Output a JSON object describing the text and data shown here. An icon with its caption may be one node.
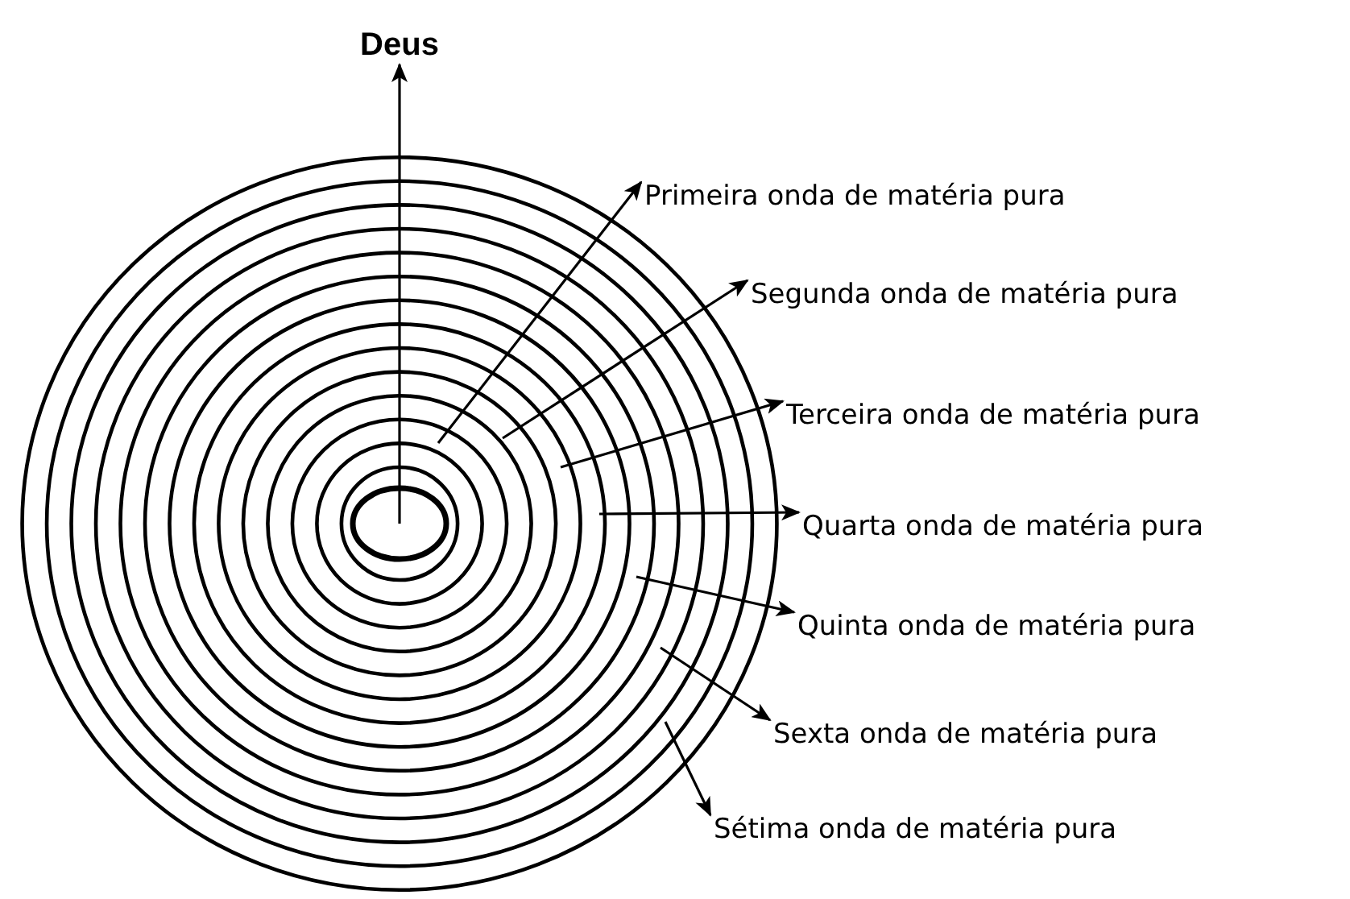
{
  "diagram": {
    "nodes": [
      {
        "text": [
          "Deus"
        ]
      },
      {
        "text": [
          "Primeira onda de matéria pura"
        ]
      },
      {
        "text": [
          "Segunda onda de matéria pura"
        ]
      },
      {
        "text": [
          "Terceira onda de matéria pura"
        ]
      },
      {
        "text": [
          "Quarta onda de matéria pura"
        ]
      },
      {
        "text": [
          "Quinta onda de matéria pura"
        ]
      },
      {
        "text": [
          "Sexta onda de matéria pura"
        ]
      },
      {
        "text": [
          "Sétima onda de matéria pura"
        ]
      }
    ],
    "edges": [
      {
        "from": null,
        "to": 0,
        "arrow": "to"
      },
      {
        "from": null,
        "to": 1,
        "arrow": "to"
      },
      {
        "from": null,
        "to": 2,
        "arrow": "to"
      },
      {
        "from": null,
        "to": 3,
        "arrow": "to"
      },
      {
        "from": null,
        "to": 4,
        "arrow": "to"
      },
      {
        "from": null,
        "to": 5,
        "arrow": "to"
      },
      {
        "from": null,
        "to": 6,
        "arrow": "to"
      },
      {
        "from": null,
        "to": 7,
        "arrow": "to"
      }
    ]
  }
}
